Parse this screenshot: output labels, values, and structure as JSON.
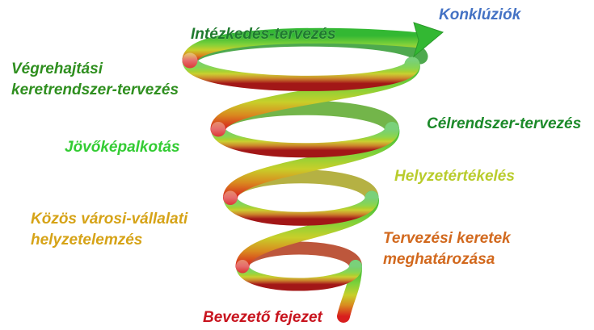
{
  "labels": {
    "konkluziok": "Konklúziók",
    "intezkedes": "Intézkedés-tervezés",
    "vegrehajtasi_line1": "Végrehajtási",
    "vegrehajtasi_line2": "keretrendszer-tervezés",
    "celrendszer": "Célrendszer-tervezés",
    "jovokep": "Jövőképalkotás",
    "helyzetert": "Helyzetértékelés",
    "kozos_line1": "Közös városi-vállalati",
    "kozos_line2": "helyzetelemzés",
    "tervezesi_line1": "Tervezési keretek",
    "tervezesi_line2": "meghatározása",
    "bevezeto": "Bevezető fejezet"
  },
  "colors": {
    "spiral_bottom": "#d81e1e",
    "spiral_lower_mid": "#d98a1f",
    "spiral_mid": "#c8cf2a",
    "spiral_upper_mid": "#7fd13a",
    "spiral_top": "#33b833",
    "konkluziok": "#4472c4",
    "intezkedes": "#1f7a2e",
    "vegrehajtasi": "#2f8f1f",
    "celrendszer": "#1c8a2a",
    "jovokep": "#33cc33",
    "helyzetert": "#b9cc2c",
    "kozos": "#d6a317",
    "tervezesi": "#d2691e",
    "bevezeto": "#c8141e"
  },
  "icons": {
    "spiral": "upward-spiral-arrow-icon"
  }
}
